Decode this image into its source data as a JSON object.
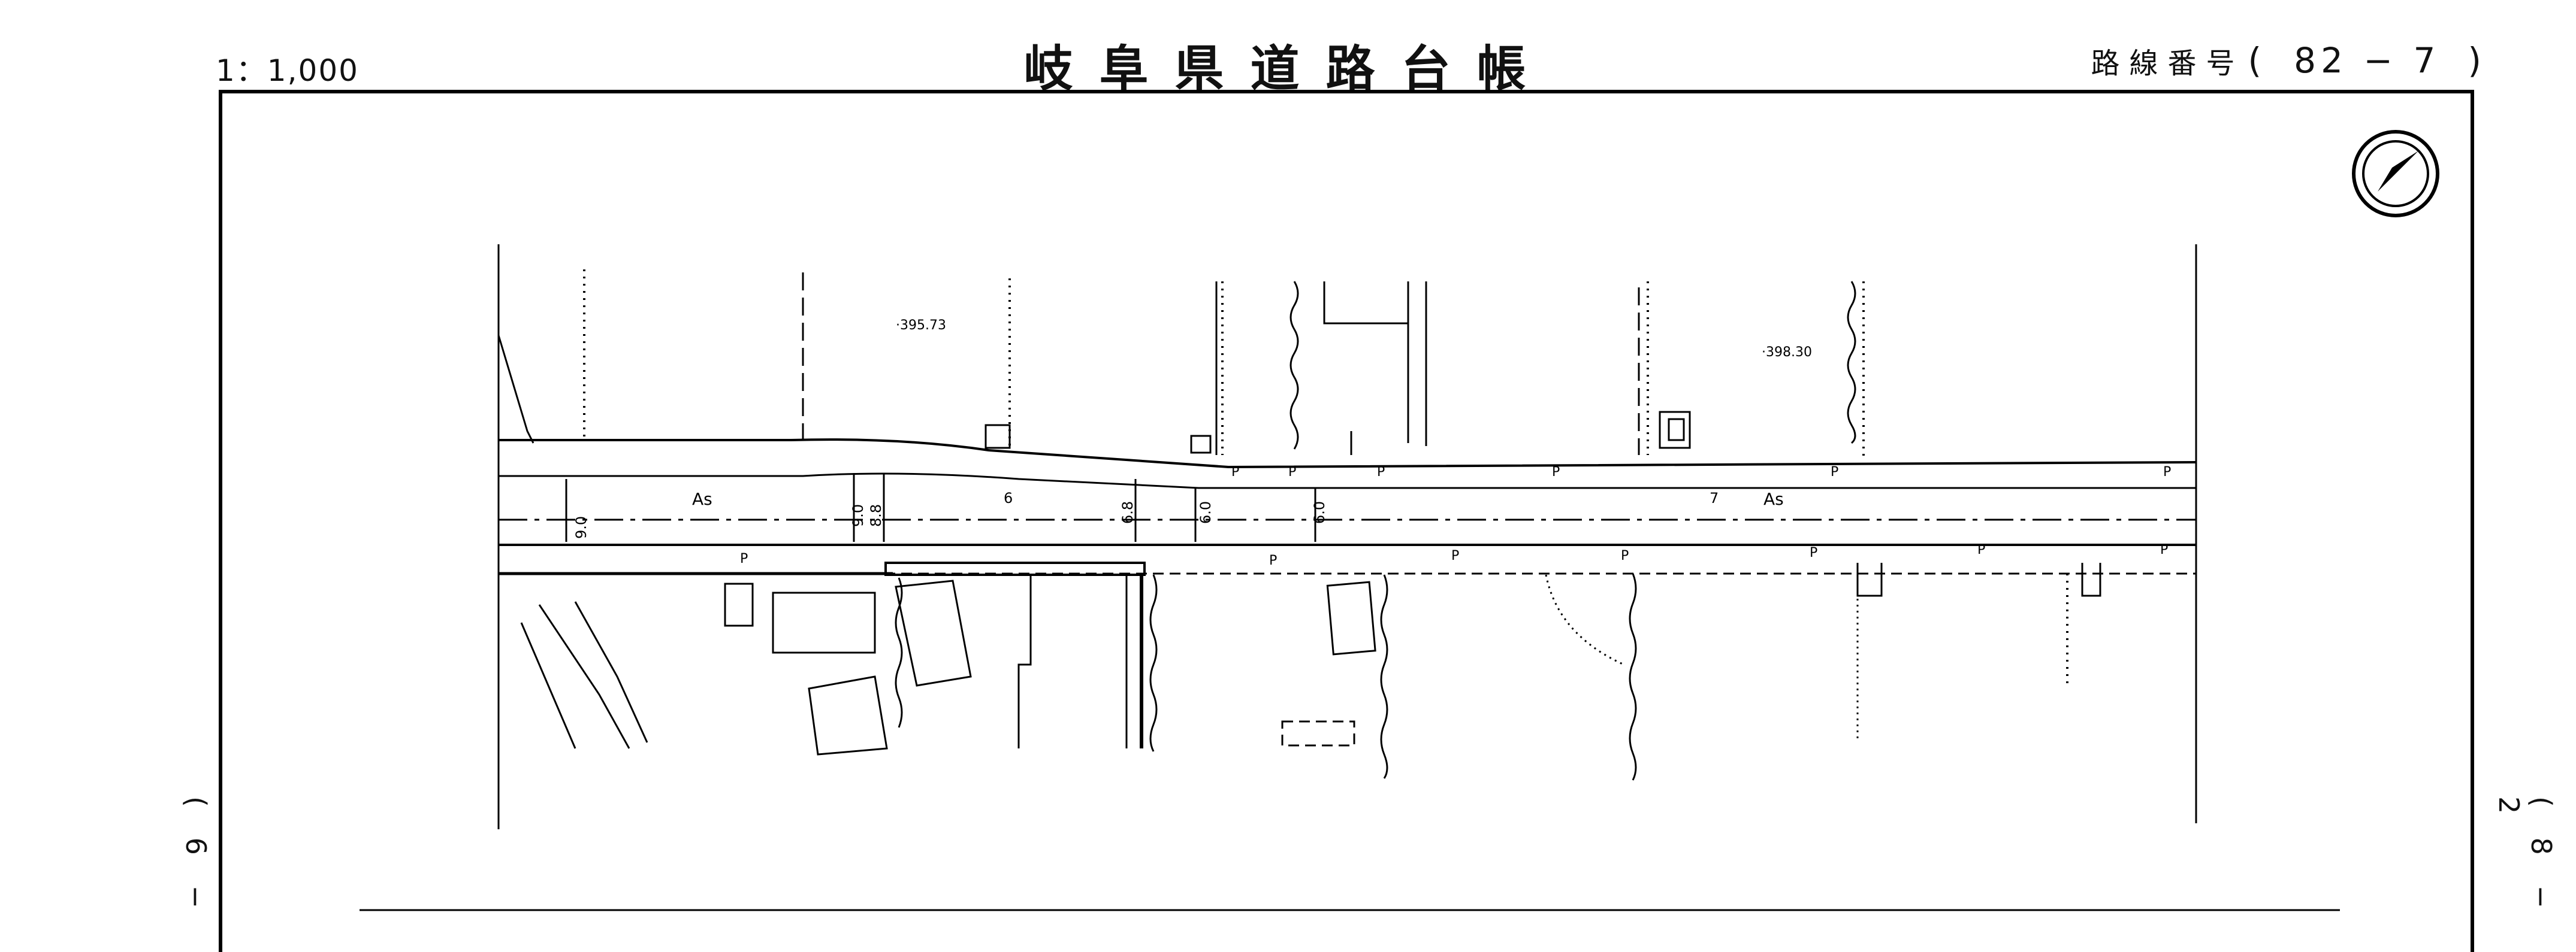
{
  "header": {
    "scale": "1：1,000",
    "title": "岐阜県道路台帳",
    "route_label": "路線番号",
    "route_open": "(",
    "route_number": "82 − 7",
    "route_close": ")"
  },
  "sheet_refs": {
    "left": "( 6 −",
    "right": "( 8 − 2"
  },
  "map": {
    "elevations": [
      "·395.73",
      "·398.30"
    ],
    "pavement_labels": [
      "As",
      "As"
    ],
    "width_labels": [
      "9.0",
      "9.0",
      "8.8",
      "6",
      "6.8",
      "6.0",
      "6.0",
      "7"
    ],
    "lane_width_center": "6",
    "lane_width_right": "7",
    "pole_label": "P",
    "north_arrow_icon": "north-arrow-icon"
  }
}
